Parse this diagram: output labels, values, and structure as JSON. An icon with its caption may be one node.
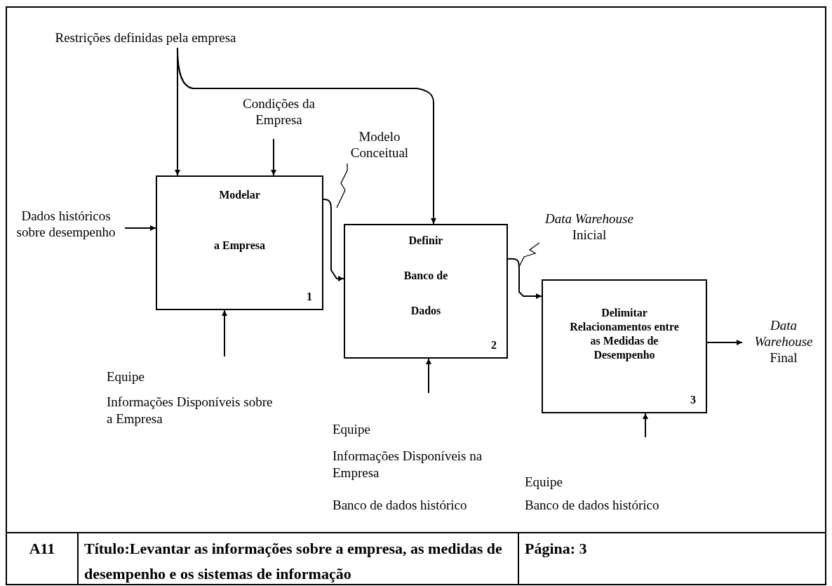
{
  "diagram": {
    "nodes": [
      {
        "text": [
          "Restrições definidas pela empresa"
        ]
      },
      {
        "text": [
          "Condições da Empresa"
        ]
      },
      {
        "text": [
          "Dados históricos sobre desempenho"
        ]
      },
      {
        "text": [
          "Modelar",
          "a Empresa",
          "1"
        ]
      },
      {
        "text": [
          "Modelo Conceitual"
        ]
      },
      {
        "text": [
          "Definir",
          "Banco de",
          "Dados",
          "2"
        ]
      },
      {
        "text": [
          "*Data Warehouse* Inicial"
        ]
      },
      {
        "text": [
          "Delimitar Relacionamentos entre as Medidas de Desempenho",
          "3"
        ]
      },
      {
        "text": [
          "*Data Warehouse* Final"
        ]
      }
    ],
    "edges": [
      {
        "from": 0,
        "to": 3,
        "arrow": "to"
      },
      {
        "from": 0,
        "to": 5,
        "arrow": "to"
      },
      {
        "from": 1,
        "to": 3,
        "arrow": "to"
      },
      {
        "from": 2,
        "to": 3,
        "arrow": "to"
      },
      {
        "from": 3,
        "to": 5,
        "arrow": "to"
      },
      {
        "from": 5,
        "to": 7,
        "arrow": "to"
      },
      {
        "from": 7,
        "to": 8,
        "arrow": "to"
      },
      {
        "from": null,
        "to": 3,
        "arrow": "to"
      },
      {
        "from": null,
        "to": 5,
        "arrow": "to"
      },
      {
        "from": null,
        "to": 7,
        "arrow": "to"
      },
      {
        "from": 4,
        "to": null,
        "arrow": "none"
      },
      {
        "from": 6,
        "to": null,
        "arrow": "none"
      }
    ],
    "labels": [
      "Equipe",
      "Informações Disponíveis sobre a Empresa",
      "Equipe",
      "Informações Disponíveis na Empresa",
      "Banco de dados histórico",
      "Equipe",
      "Banco de dados histórico",
      "A11",
      "Título:Levantar as informações sobre a empresa, as medidas de desempenho e os sistemas de informação",
      "Página: 3"
    ]
  }
}
